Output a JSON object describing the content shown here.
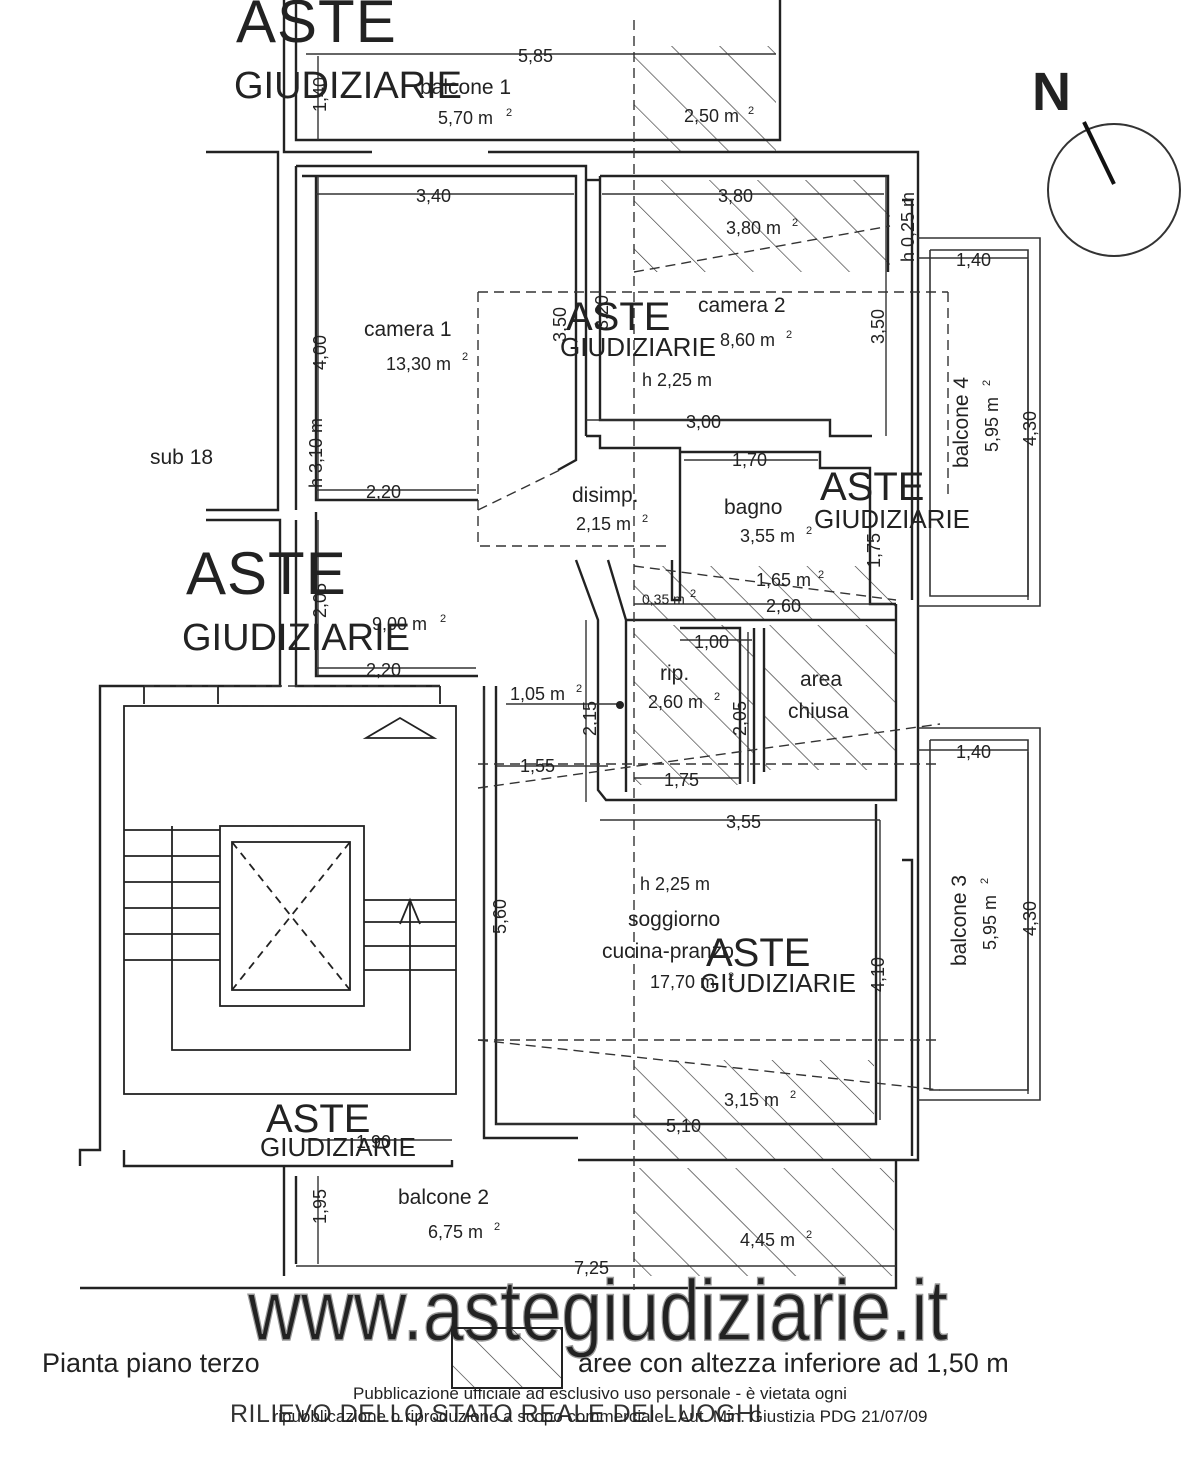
{
  "title": "Pianta piano terzo",
  "subtitle": "RILIEVO DELLO STATO REALE DEI LUOGHI",
  "legend_label": "aree con altezza inferiore ad 1,50 m",
  "watermark": {
    "brand_line1": "ASTE",
    "brand_line2": "GIUDIZIARIE",
    "site": "www.astegiudiziarie.it"
  },
  "notice": {
    "line1": "Pubblicazione ufficiale ad esclusivo uso personale - è vietata ogni",
    "line2": "ripubblicazione o riproduzione a scopo commerciale - Aut. Min. Giustizia PDG 21/07/09"
  },
  "compass": {
    "label": "N"
  },
  "unit": "m",
  "rooms": {
    "balcone1": {
      "name": "balcone 1",
      "area": "5,70 m"
    },
    "camera1": {
      "name": "camera 1",
      "area": "13,30 m"
    },
    "camera2": {
      "name": "camera 2",
      "area": "8,60 m",
      "height": "h 2,25 m"
    },
    "balcone4": {
      "name": "balcone 4",
      "area": "5,95 m"
    },
    "sub18": {
      "name": "sub 18"
    },
    "disimp": {
      "name": "disimp.",
      "area": "2,15 m"
    },
    "bagno": {
      "name": "bagno",
      "area": "3,55 m"
    },
    "rip": {
      "name": "rip.",
      "area": "2,60 m"
    },
    "area_chiusa": {
      "name1": "area",
      "name2": "chiusa"
    },
    "soggiorno": {
      "name1": "soggiorno",
      "name2": "cucina-pranzo",
      "area": "17,70 m",
      "height": "h 2,25 m"
    },
    "balcone3": {
      "name": "balcone 3",
      "area": "5,95 m"
    },
    "balcone2": {
      "name": "balcone 2",
      "area": "6,75 m"
    }
  },
  "hatched_areas": [
    "2,50 m",
    "3,80 m",
    "1,65 m",
    "0,35 m",
    "3,15 m",
    "4,45 m"
  ],
  "other_areas": [
    "9,00 m",
    "1,05 m"
  ],
  "sup": "2",
  "dimensions": {
    "d585": "5,85",
    "d140a": "1,40",
    "d340": "3,40",
    "d380": "3,80",
    "d025": "h 0,25 m",
    "d140b": "1,40",
    "d400": "4,00",
    "d350a": "3,50",
    "d320": "3,20",
    "d350b": "3,50",
    "d430a": "4,30",
    "d300": "3,00",
    "d310": "h 3,10 m",
    "d220a": "2,20",
    "d170": "1,70",
    "d175a": "1,75",
    "d260": "2,60",
    "d205a": "2,05",
    "d100": "1,00",
    "d220b": "2,20",
    "d215": "2,15",
    "d205b": "2,05",
    "d155": "1,55",
    "d175b": "1,75",
    "d140c": "1,40",
    "d355": "3,55",
    "d560": "5,60",
    "d410": "4,10",
    "d430b": "4,30",
    "d510": "5,10",
    "d190": "1,90",
    "d195": "1,95",
    "d725": "7,25"
  }
}
